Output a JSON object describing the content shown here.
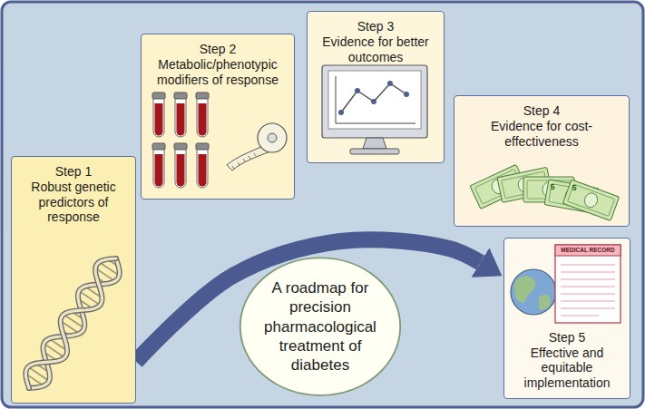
{
  "diagram": {
    "nodes": [
      {
        "text": [
          "Step 1",
          "Robust genetic predictors of response"
        ]
      },
      {
        "text": [
          "Step 2",
          "Metabolic/phenotypic modifiers of response"
        ]
      },
      {
        "text": [
          "Step 3",
          "Evidence for better outcomes"
        ]
      },
      {
        "text": [
          "Step 4",
          "Evidence for cost-effectiveness"
        ]
      },
      {
        "text": [
          "Step 5",
          "Effective and equitable implementation"
        ]
      },
      {
        "text": [
          "A roadmap for precision pharmacological treatment of diabetes"
        ]
      }
    ],
    "edges": [
      {
        "from": 0,
        "to": 4,
        "arrow": "to"
      }
    ],
    "labels": [
      "MEDICAL RECORD",
      "5",
      "5"
    ]
  }
}
